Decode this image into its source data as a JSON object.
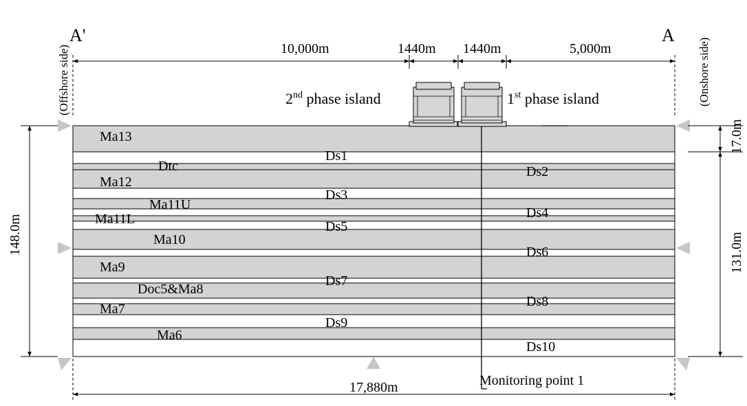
{
  "section": {
    "left_label": "A'",
    "right_label": "A",
    "left_side": "(Offshore side)",
    "right_side": "(Onshore side)"
  },
  "dimensions": {
    "top_spans": [
      "10,000m",
      "1440m",
      "1440m",
      "5,000m"
    ],
    "bottom_span": "17,880m",
    "total_depth": "148.0m",
    "upper_depth": "17.0m",
    "lower_depth": "131.0m"
  },
  "islands": {
    "second_prefix": "2",
    "second_sup": "nd",
    "second_suffix": " phase island",
    "first_prefix": "1",
    "first_sup": "st",
    "first_suffix": " phase island"
  },
  "layers": {
    "clay": [
      "Ma13",
      "Dtc",
      "Ma12",
      "Ma11U",
      "Ma11L",
      "Ma10",
      "Ma9",
      "Doc5&Ma8",
      "Ma7",
      "Ma6"
    ],
    "sand": [
      "Ds1",
      "Ds2",
      "Ds3",
      "Ds4",
      "Ds5",
      "Ds6",
      "Ds7",
      "Ds8",
      "Ds9",
      "Ds10"
    ]
  },
  "monitoring": {
    "label": "Monitoring point 1"
  },
  "colors": {
    "clay_fill": "#d3d3d3",
    "sand_fill": "#ffffff",
    "support_fill": "#c6c6c6"
  }
}
